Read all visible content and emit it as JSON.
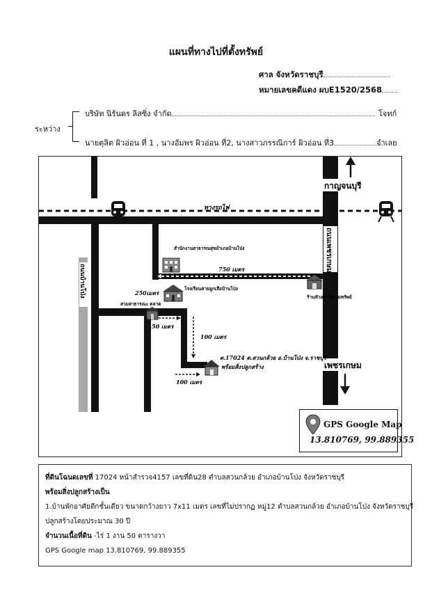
{
  "header": {
    "title": "แผนที่ทางไปที่ตั้งทรัพย์",
    "court": "ศาล จังหวัดราชบุรี",
    "case_number": "หมายเลขคดีแดง ผบE1520/2568"
  },
  "parties": {
    "between_label": "ระหว่าง",
    "plaintiff": "บริษัท นิรันดร ลิสซิ่ง จำกัด",
    "plaintiff_role": "โจทก์",
    "defendants": "นายตุลิต  ผิวอ่อน ที่ 1 , นางอัมพร  ผิวอ่อน ที่2, นางสาวภรรณิการ์ ผิวอ่อน ที่3",
    "defendant_role": "จำเลย"
  },
  "map": {
    "north_label": "กาญจนบุรี",
    "south_label": "เพชรเกษม",
    "railway_label": "ทางรถไฟ",
    "right_road_label": "ถนนเพชรเกษม",
    "left_road_label": "ถนนบ้านโป่ง",
    "health_office_label": "สำนักงานสาธารณสุขอำเภอบ้านโป่ง",
    "school_label": "โรงเรียนค่ายลูกเสือบ้านโป่ง",
    "toilet_label": "สวมสาธารณะ ตลาด",
    "shop_label": "ร้านหัวอรกกุ้งเข็มทรัพย์",
    "property_line1": "ต.17024 ต.สวนกล้วย อ.บ้านโป่ง จ.ราชบุรี",
    "property_line2": "พร้อมสิ่งปลูกสร้าง",
    "dist_750": "750 เมตร",
    "dist_250": "250เมตร",
    "dist_50": "50 เมตร",
    "dist_100_a": "100 เมตร",
    "dist_100_b": "100 เมตร",
    "colors": {
      "road": "#111111",
      "grey_road": "#a8a8a8",
      "pin": "#777777"
    }
  },
  "gps_box": {
    "title": "GPS Google Map",
    "coords": "13.810769, 99.889355",
    "icon": "map-pin-icon"
  },
  "info": {
    "deed_label": "ที่ดินโฉนดเลขที่",
    "deed_text": " 17024 หน้าสำรวจ4157 เลขที่ดิน28 ตำบลสวนกล้วย อำเภอบ้านโป่ง จังหวัดราชบุรี",
    "building_label": "พร้อมสิ่งปลูกสร้างเป็น",
    "building_line1": "1.บ้านพักอาศัยตึกชั้นเดียว ขนาดกว้างยาว 7x11 เมตร เลขที่ไม่ปรากฏ หมู่12 ตำบลสวนกล้วย อำเภอบ้านโป่ง จังหวัดราชบุรี",
    "building_line2": "ปลูกสร้างโดยประมาณ 30 ปี",
    "area_label": "จำนวนเนื้อที่ดิน",
    "area_text": " -ไร่ 1 งาน 50 ตารางวา",
    "gps_text": "GPS Google map  13.810769, 99.889355"
  }
}
